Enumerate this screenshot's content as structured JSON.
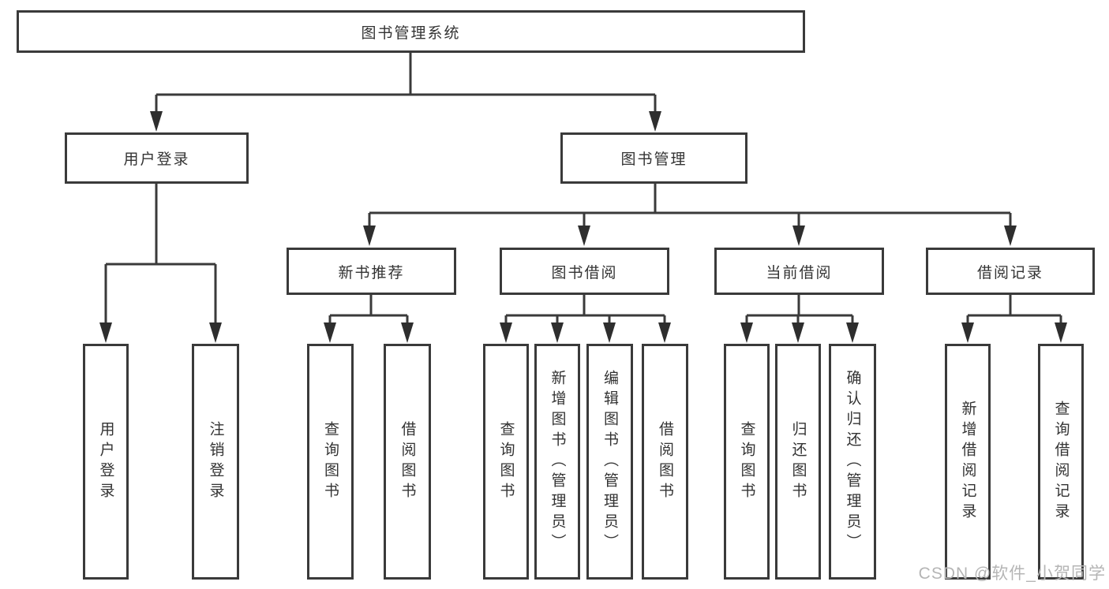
{
  "tree": {
    "root": "图书管理系统",
    "branches": [
      {
        "label": "用户登录",
        "children": [
          "用户登录",
          "注销登录"
        ]
      },
      {
        "label": "图书管理",
        "groups": [
          {
            "label": "新书推荐",
            "children": [
              "查询图书",
              "借阅图书"
            ]
          },
          {
            "label": "图书借阅",
            "children": [
              "查询图书",
              "新增图书（管理员）",
              "编辑图书（管理员）",
              "借阅图书"
            ]
          },
          {
            "label": "当前借阅",
            "children": [
              "查询图书",
              "归还图书",
              "确认归还（管理员）"
            ]
          },
          {
            "label": "借阅记录",
            "children": [
              "新增借阅记录",
              "查询借阅记录"
            ]
          }
        ]
      }
    ]
  },
  "watermark": "CSDN @软件_小贺同学",
  "colors": {
    "line": "#3a3a3a",
    "text": "#333333",
    "watermark": "#b5b5b5"
  }
}
